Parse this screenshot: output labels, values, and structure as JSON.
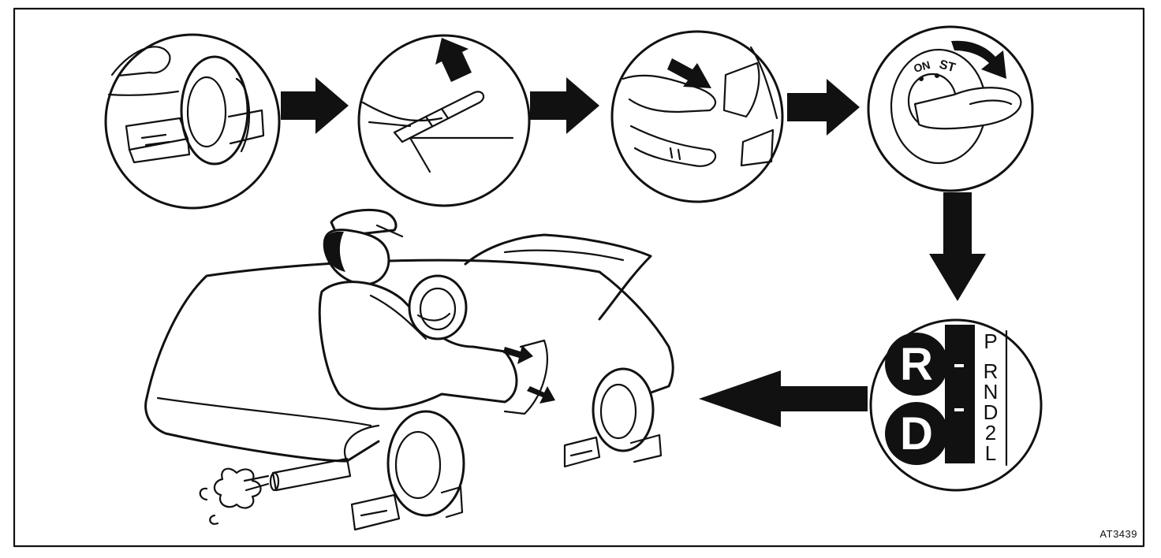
{
  "figure_id": "AT3439",
  "ignition": {
    "on_label": "ON",
    "start_label": "ST"
  },
  "shift_panel": {
    "big_letters": [
      "R",
      "D"
    ],
    "gate": [
      "P",
      "R",
      "N",
      "D",
      "2",
      "L"
    ]
  },
  "colors": {
    "ink": "#111111",
    "paper": "#ffffff"
  }
}
